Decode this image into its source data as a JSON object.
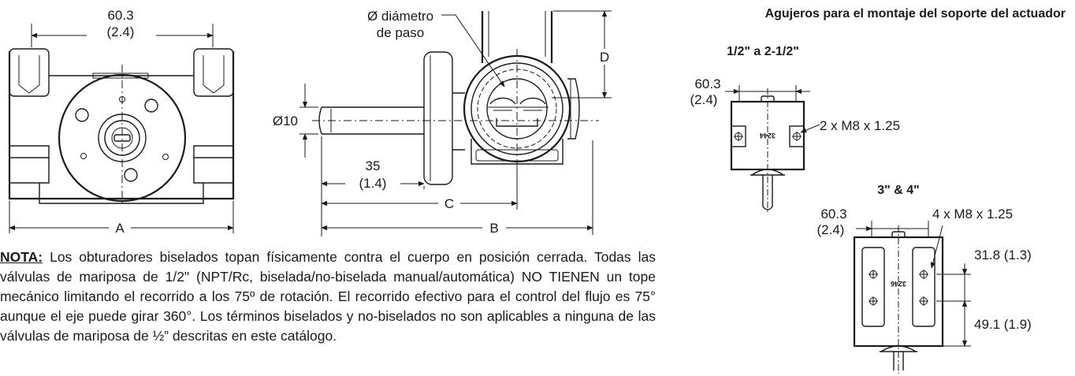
{
  "front_view": {
    "dim_top": "60.3",
    "dim_top_in": "(2.4)",
    "dim_a": "A"
  },
  "side_view": {
    "callout_line1": "Ø diámetro",
    "callout_line2": "de paso",
    "dim_d": "D",
    "dim_dia": "Ø10",
    "dim_35": "35",
    "dim_35_in": "(1.4)",
    "dim_c": "C",
    "dim_b": "B"
  },
  "mounting": {
    "title": "Agujeros para el montaje del soporte del actuador",
    "small": {
      "title": "1/2\" a 2-1/2\"",
      "dim": "60.3",
      "dim_in": "(2.4)",
      "holes": "2 x M8 x 1.25",
      "mark": "3244"
    },
    "large": {
      "title": "3\" & 4\"",
      "dim": "60.3",
      "dim_in": "(2.4)",
      "holes": "4 x M8 x 1.25",
      "spacing1": "31.8 (1.3)",
      "spacing2": "49.1 (1.9)",
      "mark": "3246"
    }
  },
  "note": {
    "head": "NOTA:",
    "body": " Los obturadores biselados topan físicamente contra el cuerpo en posición cerrada. Todas las válvulas de mariposa de 1/2\" (NPT/Rc, biselada/no-biselada manual/automática) NO TIENEN un tope mecánico limitando el recorrido a los 75º de rotación. El recorrido efectivo para el control del flujo es 75° aunque el eje puede girar 360°. Los términos biselados y no-biselados no son aplicables a ninguna de las válvulas de mariposa de ½” descritas en este catálogo."
  }
}
